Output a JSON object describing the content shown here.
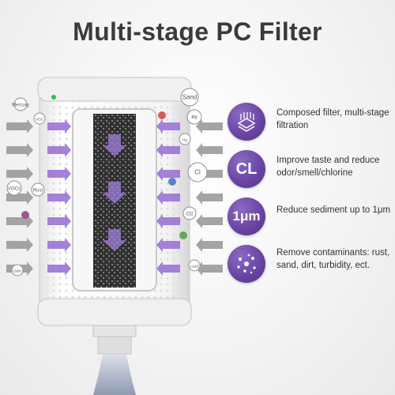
{
  "title": "Multi-stage PC Filter",
  "contaminant_labels": [
    "Sand",
    "Pb",
    "Hg",
    "Cl",
    "Cl2",
    "Mercury",
    "VOC",
    "VOCs",
    "Rust",
    "Odor",
    "Lead"
  ],
  "features": [
    {
      "icon": "layers-icon",
      "badge_text": "",
      "desc": "Composed filter, multi-stage filtration"
    },
    {
      "icon": "chlorine-icon",
      "badge_text": "CL",
      "desc": "Improve taste and reduce odor/smell/chlorine"
    },
    {
      "icon": "micron-icon",
      "badge_text": "1μm",
      "desc": "Reduce sediment up to 1μm"
    },
    {
      "icon": "particles-icon",
      "badge_text": "",
      "desc": "Remove contaminants: rust, sand, dirt, turbidity, ect."
    }
  ],
  "colors": {
    "accent": "#6a46a6",
    "arrow_purple": "#9b73d6",
    "arrow_gray": "#9a9a9a",
    "carbon": "#3b3b3b"
  }
}
